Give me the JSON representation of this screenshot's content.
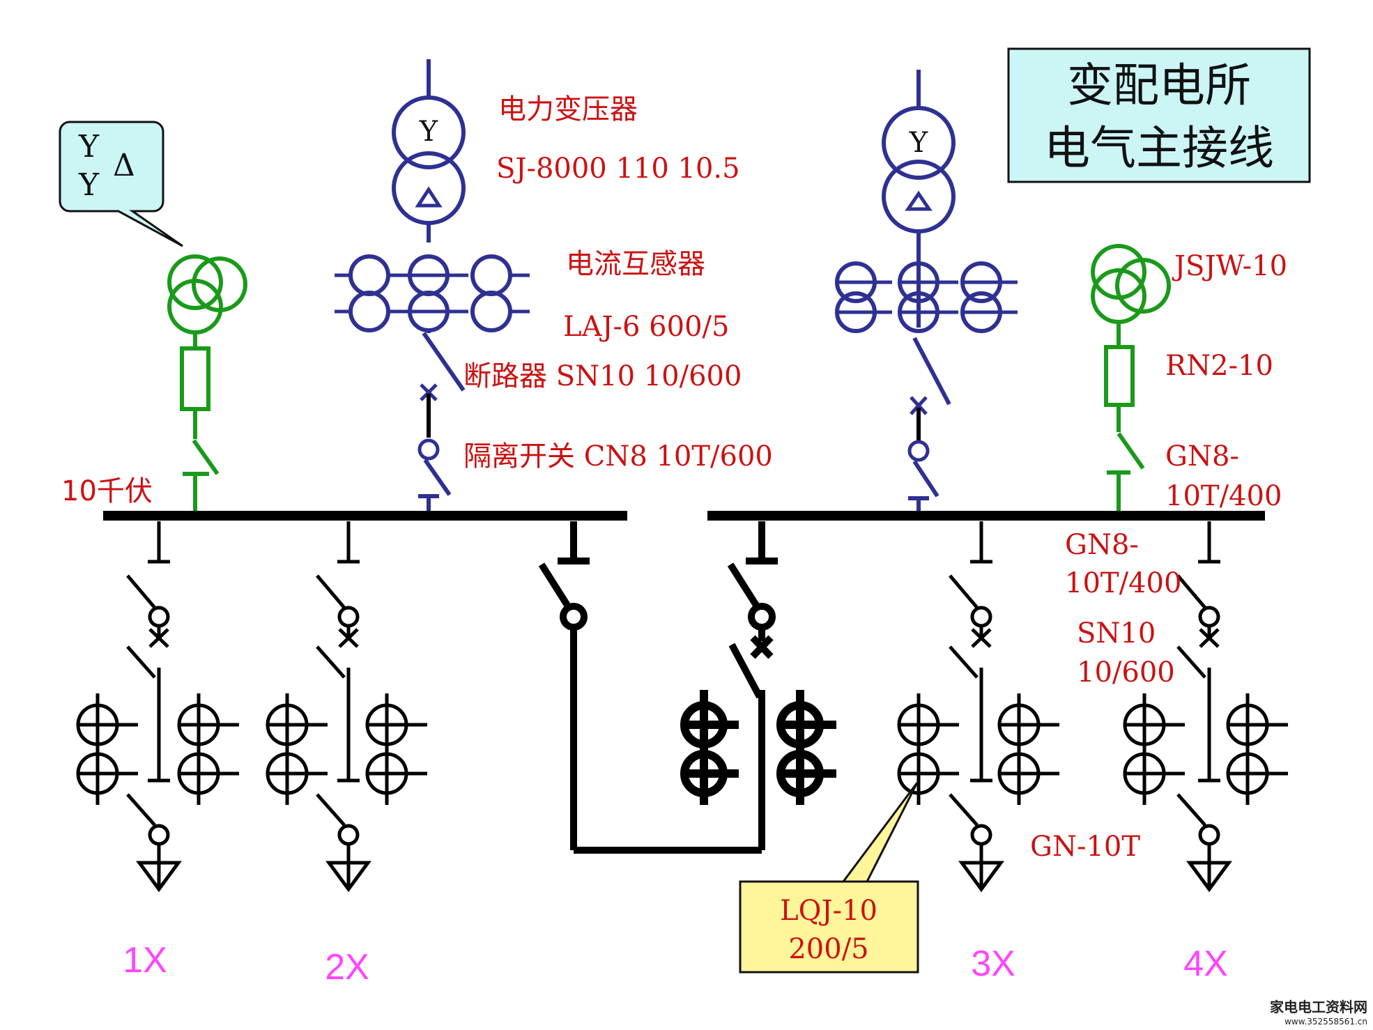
{
  "title": {
    "line1": "变配电所",
    "line2": "电气主接线",
    "background": "#ccf5f5"
  },
  "callout_winding": {
    "y_top": "Y",
    "y_bottom": "Y",
    "delta": "Δ",
    "background": "#ccf5f5"
  },
  "labels": {
    "transformer_name": "电力变压器",
    "transformer_model": "SJ-8000  110  10.5",
    "ct_name": "电流互感器",
    "ct_model": "LAJ-6 600/5",
    "breaker": "断路器  SN10  10/600",
    "disconnector": "隔离开关 CN8  10T/600",
    "bus_voltage": "10千伏",
    "pt_model": "JSJW-10",
    "fuse_model": "RN2-10",
    "pt_switch_a": "GN8-",
    "pt_switch_b": "10T/400",
    "feeder_switch_a": "GN8-",
    "feeder_switch_b": "10T/400",
    "feeder_breaker_a": "SN10",
    "feeder_breaker_b": "10/600",
    "outlet_switch": "GN-10T",
    "lqj_a": "LQJ-10",
    "lqj_b": "200/5"
  },
  "callout_lqj": {
    "background": "#fff59a"
  },
  "feeders": [
    "1X",
    "2X",
    "3X",
    "4X"
  ],
  "watermark": {
    "line1": "家电电工资料网",
    "line2": "www.352558561.cn"
  },
  "colors": {
    "label": "#cc1111",
    "transformer": "#2e3192",
    "voltage_transformer": "#1a9a1a",
    "feeder_label": "#ff44ff",
    "bus": "#000000"
  }
}
